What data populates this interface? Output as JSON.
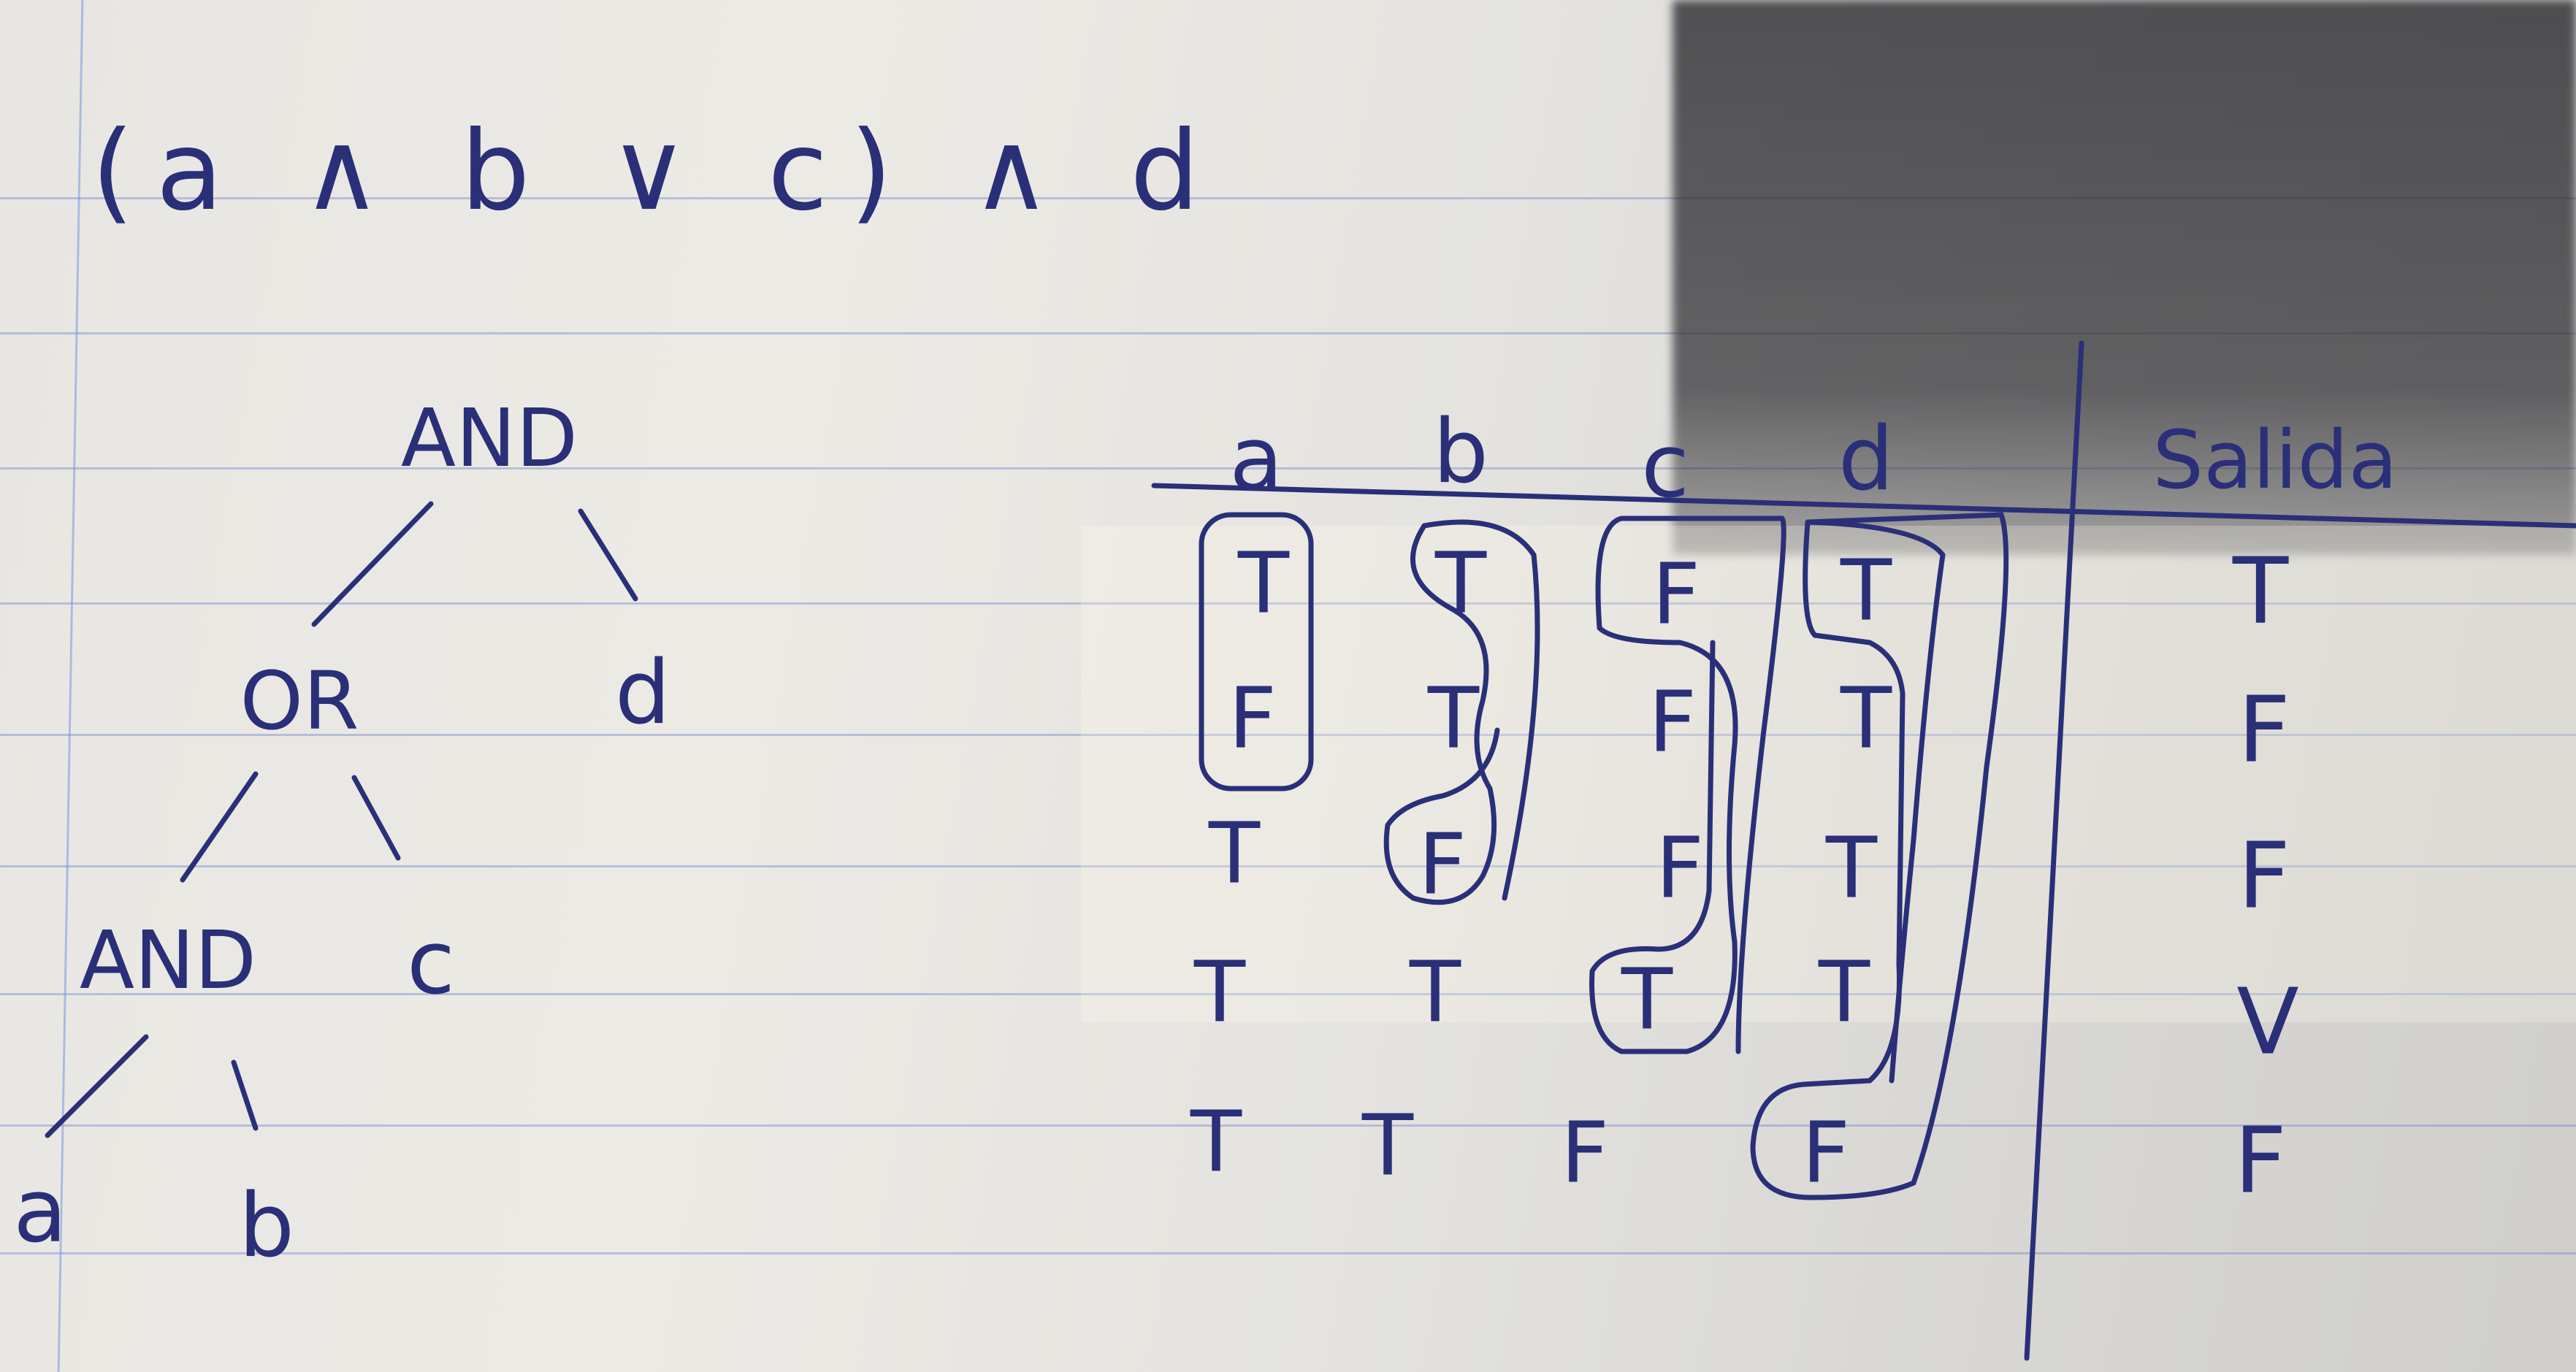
{
  "formula": "(a ∧ b ∨ c) ∧ d",
  "tree": {
    "root": "AND",
    "or_node": "OR",
    "inner_and": "AND",
    "leaf_d": "d",
    "leaf_c": "c",
    "leaf_a": "a",
    "leaf_b": "b"
  },
  "table": {
    "columns": [
      "a",
      "b",
      "c",
      "d"
    ],
    "output_header": "Salida",
    "rows": [
      [
        "T",
        "T",
        "F",
        "T"
      ],
      [
        "F",
        "T",
        "F",
        "T"
      ],
      [
        "T",
        "F",
        "F",
        "T"
      ],
      [
        "T",
        "T",
        "T",
        "T"
      ],
      [
        "T",
        "T",
        "F",
        "F"
      ]
    ],
    "outputs": [
      "T",
      "F",
      "F",
      "V",
      "F"
    ]
  }
}
